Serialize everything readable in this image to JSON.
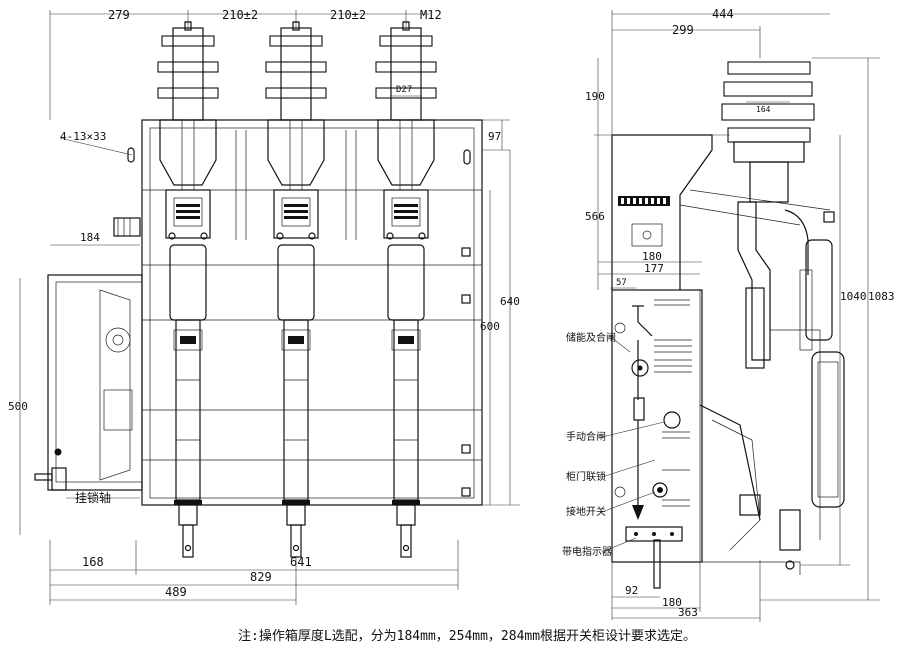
{
  "colors": {
    "line": "#111111",
    "background": "#ffffff"
  },
  "front_view": {
    "dims_top": [
      "279",
      "210±2",
      "210±2",
      "M12"
    ],
    "dim_hole": "4-13×33",
    "dim_184": "184",
    "dim_d27": "D27",
    "dim_97": "97",
    "dim_500": "500",
    "dim_600": "600",
    "dim_640": "640",
    "dim_bottom": [
      "168",
      "641",
      "829",
      "489"
    ],
    "label_lock_shaft": "挂锁轴"
  },
  "side_view": {
    "dims_top": [
      "444",
      "299"
    ],
    "dim_190": "190",
    "dim_164": "164",
    "dim_566": "566",
    "dim_180_top": "180",
    "dim_177": "177",
    "dim_57": "57",
    "dim_1040": "1040",
    "dim_1083": "1083",
    "dims_bottom": [
      "92",
      "180",
      "363"
    ],
    "labels": [
      "储能及合闸",
      "手动合闸",
      "柜门联锁",
      "接地开关",
      "带电指示器"
    ]
  },
  "footnote": "注:操作箱厚度L选配，分为184mm，254mm，284mm根据开关柜设计要求选定。"
}
